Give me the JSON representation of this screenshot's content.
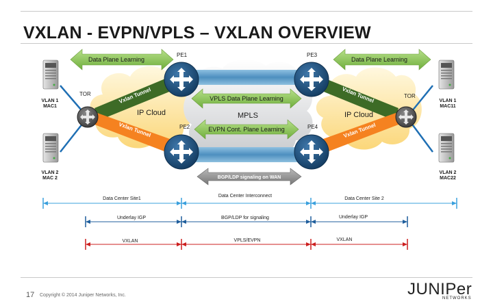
{
  "title": "VXLAN - EVPN/VPLS – VXLAN OVERVIEW",
  "labels": {
    "data_plane_learning_left": "Data Plane Learning",
    "data_plane_learning_right": "Data Plane Learning",
    "vpls_data_plane": "VPLS Data Plane Learning",
    "evpn_control_plane": "EVPN Cont. Plane Learning",
    "bgp_ldp_signaling": "BGP/LDP signaling on WAN",
    "mpls": "MPLS",
    "ip_cloud_left": "IP Cloud",
    "ip_cloud_right": "IP Cloud",
    "pe1": "PE1",
    "pe2": "PE2",
    "pe3": "PE3",
    "pe4": "PE4",
    "tor_left": "TOR",
    "tor_right": "TOR",
    "vxlan_tunnel_1": "Vxlan Tunnel",
    "vxlan_tunnel_2": "Vxlan Tunnel",
    "vxlan_tunnel_3": "Vxlan Tunnel",
    "vxlan_tunnel_4": "Vxlan Tunnel",
    "host_left_top_l1": "VLAN 1",
    "host_left_top_l2": "MAC1",
    "host_left_bottom_l1": "VLAN 2",
    "host_left_bottom_l2": "MAC  2",
    "host_right_top_l1": "VLAN 1",
    "host_right_top_l2": "MAC11",
    "host_right_bottom_l1": "VLAN 2",
    "host_right_bottom_l2": "MAC22"
  },
  "spans": {
    "row1": [
      "Data Center Site1",
      "Data Center Interconnect",
      "Data Center Site 2"
    ],
    "row2": [
      "Underlay IGP",
      "BGP/LDP for signaling",
      "Underlay IGP"
    ],
    "row3": [
      "VXLAN",
      "VPLS/EVPN",
      "VXLAN"
    ]
  },
  "footer": {
    "page_number": "17",
    "copyright": "Copyright © 2014 Juniper Networks, Inc.",
    "logo_text": "JUNIPer",
    "logo_sub": "NETWORKS"
  },
  "colors": {
    "router": "#1c4e7c",
    "green_arrow": "#8cc152",
    "tunnel_green": "#3d6b26",
    "tunnel_orange": "#f58220",
    "wan_link": "#5a9ec9",
    "span_row1": "#3aa0dd",
    "span_row2": "#1f5e9c",
    "span_row3": "#cc1f1f"
  }
}
